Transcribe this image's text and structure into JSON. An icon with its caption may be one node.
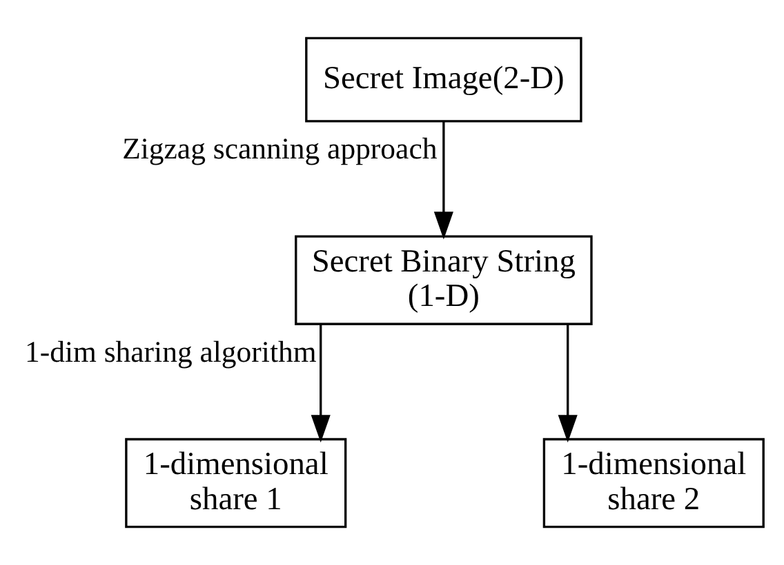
{
  "diagram": {
    "nodes": [
      {
        "text": [
          "Secret Image(2-D)"
        ]
      },
      {
        "text": [
          "Secret Binary String (1-D)"
        ]
      },
      {
        "text": [
          "1-dimensional share 1"
        ]
      },
      {
        "text": [
          "1-dimensional share 2"
        ]
      }
    ],
    "edges": [
      {
        "from": 0,
        "to": 1,
        "arrow": "to",
        "label": "Zigzag scanning approach"
      },
      {
        "from": 1,
        "to": 2,
        "arrow": "to",
        "label": "1-dim sharing algorithm"
      },
      {
        "from": 1,
        "to": 3,
        "arrow": "to"
      }
    ]
  }
}
